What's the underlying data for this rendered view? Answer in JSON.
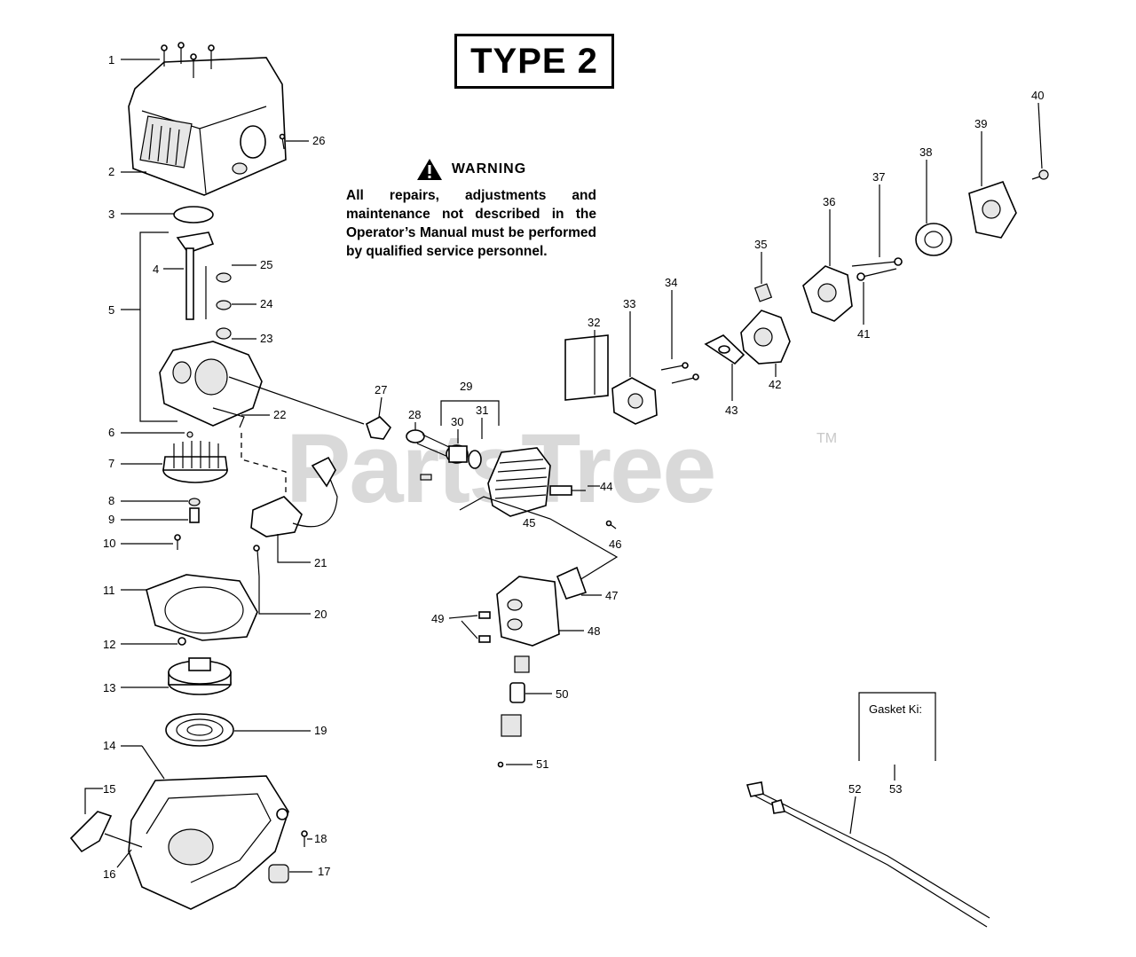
{
  "title": "TYPE 2",
  "warning": {
    "heading": "WARNING",
    "body": "All repairs, adjustments and maintenance not described in the Operator’s Manual must be performed by qualified service personnel."
  },
  "watermark": {
    "text": "PartsTree",
    "tm": "TM"
  },
  "kit": {
    "label": "Gasket Ki:"
  },
  "callouts": [
    "1",
    "2",
    "3",
    "4",
    "5",
    "6",
    "7",
    "8",
    "9",
    "10",
    "11",
    "12",
    "13",
    "14",
    "15",
    "16",
    "17",
    "18",
    "19",
    "20",
    "21",
    "22",
    "23",
    "24",
    "25",
    "26",
    "27",
    "28",
    "29",
    "30",
    "31",
    "32",
    "33",
    "34",
    "35",
    "36",
    "37",
    "38",
    "39",
    "40",
    "41",
    "42",
    "43",
    "44",
    "45",
    "46",
    "47",
    "48",
    "49",
    "50",
    "51",
    "52",
    "53"
  ]
}
